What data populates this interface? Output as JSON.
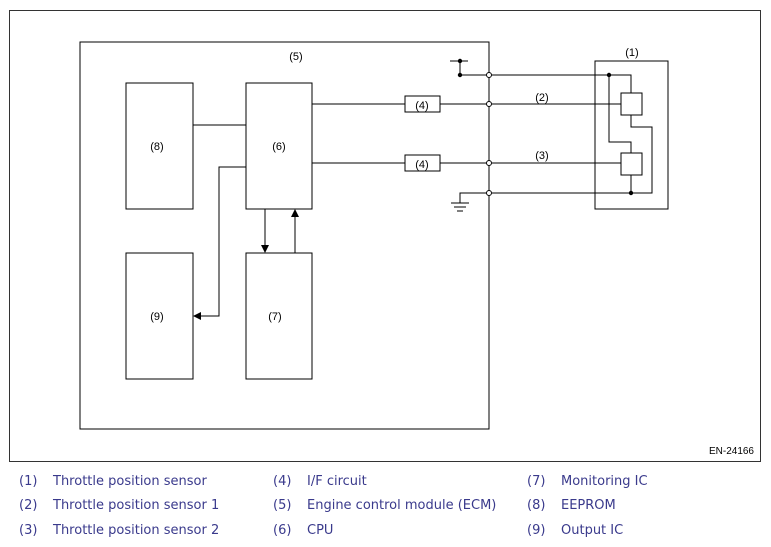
{
  "diagram": {
    "labels": {
      "l1": "(1)",
      "l2": "(2)",
      "l3": "(3)",
      "l4a": "(4)",
      "l4b": "(4)",
      "l5": "(5)",
      "l6": "(6)",
      "l7": "(7)",
      "l8": "(8)",
      "l9": "(9)"
    },
    "figure_id": "EN-24166"
  },
  "legend": [
    {
      "num": "(1)",
      "text": "Throttle position sensor"
    },
    {
      "num": "(2)",
      "text": "Throttle position sensor 1"
    },
    {
      "num": "(3)",
      "text": "Throttle position sensor 2"
    },
    {
      "num": "(4)",
      "text": "I/F circuit"
    },
    {
      "num": "(5)",
      "text": "Engine control module (ECM)"
    },
    {
      "num": "(6)",
      "text": "CPU"
    },
    {
      "num": "(7)",
      "text": "Monitoring IC"
    },
    {
      "num": "(8)",
      "text": "EEPROM"
    },
    {
      "num": "(9)",
      "text": "Output IC"
    }
  ]
}
